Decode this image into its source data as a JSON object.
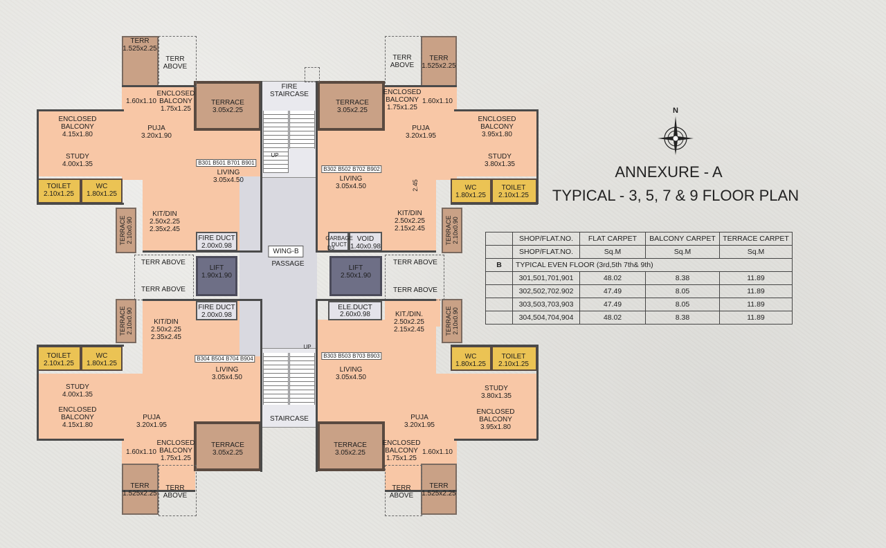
{
  "heading": {
    "line1": "ANNEXURE - A",
    "line2": "TYPICAL - 3, 5, 7 & 9 FLOOR PLAN"
  },
  "compass": "N",
  "wing": "WING-B",
  "core": {
    "fire_staircase": "FIRE\nSTAIRCASE",
    "staircase": "STAIRCASE",
    "passage": "PASSAGE",
    "up": "UP",
    "lift_left": "LIFT\n1.90x1.90",
    "lift_right": "LIFT\n2.50x1.90",
    "fire_duct_top": "FIRE DUCT\n2.00x0.98",
    "fire_duct_bottom": "FIRE DUCT\n2.00x0.98",
    "garbage_duct": "GARBAGE\nDUCT",
    "d3": "D3",
    "void": "VOID\n1.40x0.98",
    "ele_duct": "ELE.DUCT\n2.60x0.98",
    "terr_above_labels": [
      "TERR ABOVE",
      "TERR ABOVE",
      "TERR ABOVE",
      "TERR ABOVE"
    ],
    "dim_245": "2.45"
  },
  "flats": {
    "tl": {
      "unit": "B301 B501 B701 B901",
      "terr": "TERR\n1.525x2.25",
      "terr_above": "TERR\nABOVE",
      "small": "1.60x1.10",
      "enc_small": "ENCLOSED\nBALCONY\n1.75x1.25",
      "terrace": "TERRACE\n3.05x2.25",
      "enc_big": "ENCLOSED\nBALCONY\n4.15x1.80",
      "puja": "PUJA\n3.20x1.90",
      "study": "STUDY\n4.00x1.35",
      "living": "LIVING\n3.05x4.50",
      "toilet": "TOILET\n2.10x1.25",
      "wc": "WC\n1.80x1.25",
      "kit": "KIT/DIN\n2.50x2.25\n2.35x2.45",
      "side_terrace": "TERRACE\n2.10x0.90"
    },
    "tr": {
      "unit": "B302 B502 B702 B902",
      "terr": "TERR\n1.525x2.25",
      "terr_above": "TERR\nABOVE",
      "small": "1.60x1.10",
      "enc_small": "ENCLOSED\nBALCONY\n1.75x1.25",
      "terrace": "TERRACE\n3.05x2.25",
      "enc_big": "ENCLOSED\nBALCONY\n3.95x1.80",
      "puja": "PUJA\n3.20x1.95",
      "study": "STUDY\n3.80x1.35",
      "living": "LIVING\n3.05x4.50",
      "toilet": "TOILET\n2.10x1.25",
      "wc": "WC\n1.80x1.25",
      "kit": "KIT/DIN\n2.50x2.25\n2.15x2.45",
      "side_terrace": "TERRACE\n2.10x0.90"
    },
    "bl": {
      "unit": "B304 B504 B704 B904",
      "terr": "TERR\n1.525x2.25",
      "terr_above": "TERR\nABOVE",
      "small": "1.60x1.10",
      "enc_small": "ENCLOSED\nBALCONY\n1.75x1.25",
      "terrace": "TERRACE\n3.05x2.25",
      "enc_big": "ENCLOSED\nBALCONY\n4.15x1.80",
      "puja": "PUJA\n3.20x1.95",
      "study": "STUDY\n4.00x1.35",
      "living": "LIVING\n3.05x4.50",
      "toilet": "TOILET\n2.10x1.25",
      "wc": "WC\n1.80x1.25",
      "kit": "KIT/DIN\n2.50x2.25\n2.35x2.45",
      "side_terrace": "TERRACE\n2.10x0.90"
    },
    "br": {
      "unit": "B303 B503 B703 B903",
      "terr": "TERR\n1.525x2.25",
      "terr_above": "TERR\nABOVE",
      "small": "1.60x1.10",
      "enc_small": "ENCLOSED\nBALCONY\n1.75x1.25",
      "terrace": "TERRACE\n3.05x2.25",
      "enc_big": "ENCLOSED\nBALCONY\n3.95x1.80",
      "puja": "PUJA\n3.20x1.95",
      "study": "STUDY\n3.80x1.35",
      "living": "LIVING\n3.05x4.50",
      "toilet": "TOILET\n2.10x1.25",
      "wc": "WC\n1.80x1.25",
      "kit": "KIT./DIN.\n2.50x2.25\n2.15x2.45",
      "side_terrace": "TERRACE\n2.10x0.90"
    }
  },
  "table": {
    "header": [
      "",
      "SHOP/FLAT.NO.",
      "FLAT CARPET",
      "BALCONY CARPET",
      "TERRACE CARPET"
    ],
    "units_row": [
      "",
      "SHOP/FLAT.NO.",
      "Sq.M",
      "Sq.M",
      "Sq.M"
    ],
    "wing_row": {
      "wing": "B",
      "label": "TYPICAL EVEN FLOOR (3rd,5th 7th& 9th)"
    },
    "rows": [
      [
        "",
        "301,501,701,901",
        "48.02",
        "8.38",
        "11.89"
      ],
      [
        "",
        "302,502,702.902",
        "47.49",
        "8.05",
        "11.89"
      ],
      [
        "",
        "303,503,703,903",
        "47.49",
        "8.05",
        "11.89"
      ],
      [
        "",
        "304,504,704,904",
        "48.02",
        "8.38",
        "11.89"
      ]
    ]
  }
}
